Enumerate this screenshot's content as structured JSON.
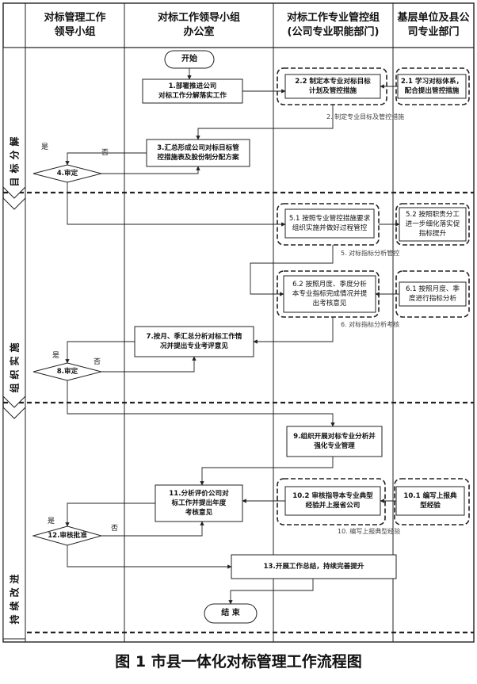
{
  "caption": "图 1   市县一体化对标管理工作流程图",
  "columns": [
    {
      "title": "对标管理工作\n领导小组"
    },
    {
      "title": "对标工作领导小组\n办公室"
    },
    {
      "title": "对标工作专业管控组\n(公司专业职能部门)"
    },
    {
      "title": "基层单位及县公\n司专业部门"
    }
  ],
  "stages": [
    "目标分解",
    "组织实施",
    "持续改进"
  ],
  "nodes": {
    "start": "开始",
    "n1": "1.部署推进公司\n对标工作分解落实工作",
    "n2_2": "2.2 制定本专业对标目标\n计划及管控措施",
    "n2_1": "2.1 学习对标体系，\n配合提出管控措施",
    "n3": "3.汇总形成公司对标目标管\n控措施表及股份制分配方案",
    "n4": "4.审定",
    "n5_1": "5.1 按照专业管控措施要求\n组织实施并做好过程管控",
    "n5_2": "5.2 按照职责分工\n进一步细化落实促\n指标提升",
    "n6_2": "6.2 按照月度、季度分析\n本专业指标完成情况并提\n出考核意见",
    "n6_1": "6.1 按照月度、季\n度进行指标分析",
    "n7": "7.按月、季汇总分析对标工作情\n况并提出专业考评意见",
    "n8": "8.审定",
    "n9": "9.组织开展对标专业分析并\n强化专业管理",
    "n11": "11.分析评价公司对\n标工作并提出年度\n考核意见",
    "n10_2": "10.2 审核指导本专业典型\n经验并上报省公司",
    "n10_1": "10.1 编写上报典\n型经验",
    "n12": "12.审核批准",
    "n13": "13.开展工作总结，持续完善提升",
    "end": "结 束"
  },
  "edge_labels": {
    "e2": "2. 制定专业目标及管控措施",
    "e5": "5. 对标指标分析管控",
    "e6": "6. 对标指标分析考核",
    "e10": "10. 编写上报典型经验"
  },
  "decision_labels": {
    "yes": "是",
    "no": "否"
  }
}
